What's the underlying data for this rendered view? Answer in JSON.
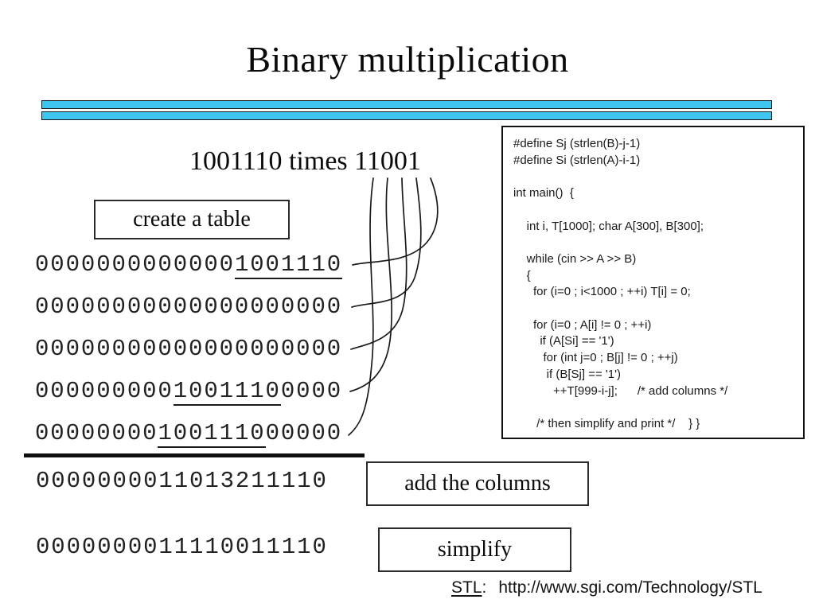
{
  "slide": {
    "title": "Binary multiplication",
    "problem_heading": "1001110 times 11001",
    "steps": {
      "create_table": "create a table",
      "add_columns": "add the columns",
      "simplify": "simplify"
    },
    "table_rows": [
      {
        "lead": "0000000000000",
        "mark": "1001110",
        "trail": ""
      },
      {
        "lead": "00000000000000000000",
        "mark": "",
        "trail": ""
      },
      {
        "lead": "00000000000000000000",
        "mark": "",
        "trail": ""
      },
      {
        "lead": "000000000",
        "mark": "1001110",
        "trail": "0000"
      },
      {
        "lead": "00000000",
        "mark": "1001110",
        "trail": "00000"
      }
    ],
    "column_sum_row": "0000000011013211110",
    "simplified_row": "0000000011110011110",
    "code_listing": [
      "#define Sj (strlen(B)-j-1)",
      "#define Si (strlen(A)-i-1)",
      "",
      "int main()  {",
      "",
      "    int i, T[1000]; char A[300], B[300];",
      "",
      "    while (cin >> A >> B)",
      "    {",
      "      for (i=0 ; i<1000 ; ++i) T[i] = 0;",
      "",
      "      for (i=0 ; A[i] != 0 ; ++i)",
      "        if (A[Si] == '1')",
      "         for (int j=0 ; B[j] != 0 ; ++j)",
      "          if (B[Sj] == '1')",
      "            ++T[999-i-j];      /* add columns */",
      "",
      "       /* then simplify and print */    } }"
    ],
    "footer": {
      "label": "STL",
      "separator": ":",
      "url": "http://www.sgi.com/Technology/STL"
    },
    "colors": {
      "bar_cyan": "#3EC6F0",
      "ink": "#1a1a1a"
    }
  }
}
